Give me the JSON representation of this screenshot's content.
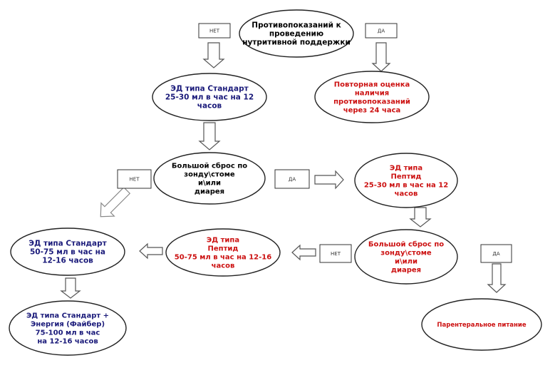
{
  "nodes": {
    "contraindications": {
      "lines": [
        "Противопоказаний к",
        "проведению",
        "нутритивной поддержки"
      ],
      "color": "#000000"
    },
    "standard_start": {
      "lines": [
        "ЭД типа Стандарт",
        "25-30 мл в час на 12",
        "часов"
      ],
      "color": "#1a1a7a"
    },
    "reassess": {
      "lines": [
        "Повторная оценка",
        "наличия",
        "противопоказаний",
        "через 24 часа"
      ],
      "color": "#cc1111"
    },
    "residual_1": {
      "lines": [
        "Большой сброс по",
        "зонду\\стоме",
        "и\\или",
        "диарея"
      ],
      "color": "#000000"
    },
    "peptide_start": {
      "lines": [
        "ЭД типа",
        "Пептид",
        "25-30 мл в час на 12",
        "часов"
      ],
      "color": "#cc1111"
    },
    "residual_2": {
      "lines": [
        "Большой сброс по",
        "зонду\\стоме",
        "и\\или",
        "диарея"
      ],
      "color": "#cc1111"
    },
    "peptide_increase": {
      "lines": [
        "ЭД типа",
        "Пептид",
        "50-75 мл в час на 12-16",
        "часов"
      ],
      "color": "#cc1111"
    },
    "standard_increase": {
      "lines": [
        "ЭД типа Стандарт",
        "50-75 мл в час на",
        "12-16 часов"
      ],
      "color": "#1a1a7a"
    },
    "standard_energy": {
      "lines": [
        "ЭД типа Стандарт +",
        "Энергия (Файбер)",
        "75-100 мл в час",
        "на 12-16 часов"
      ],
      "color": "#1a1a7a"
    },
    "parenteral": {
      "lines": [
        "Парентеральное питание"
      ],
      "color": "#cc1111"
    }
  },
  "labels": {
    "no": "НЕТ",
    "yes": "ДА"
  }
}
